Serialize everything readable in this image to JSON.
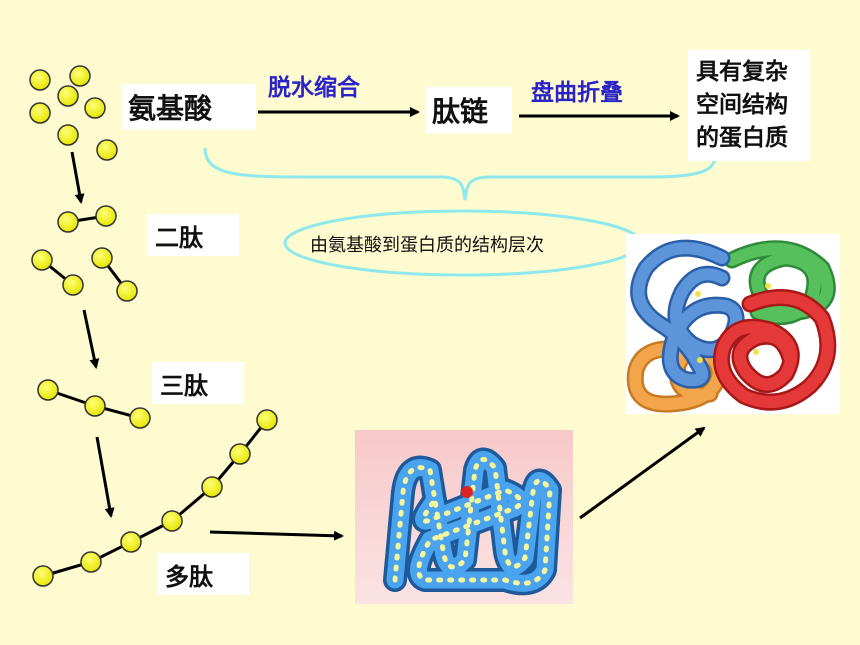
{
  "flow": {
    "amino_acid": "氨基酸",
    "step1": "脱水缩合",
    "peptide_chain": "肽链",
    "step2": "盘曲折叠",
    "protein_lines": [
      "具有复杂",
      "空间结构",
      "的蛋白质"
    ]
  },
  "peptides": {
    "dipeptide": "二肽",
    "tripeptide": "三肽",
    "polypeptide": "多肽"
  },
  "caption": "由氨基酸到蛋白质的结构层次",
  "colors": {
    "background": "#fdfbcf",
    "bead": "#f2f21a",
    "arrow": "#000000",
    "step_text": "#2a24c8",
    "bracket": "#8fe8ec",
    "folded_chain": "#3d8fe0",
    "subunits": [
      "#4a86d0",
      "#42b04a",
      "#e23030",
      "#f0a040"
    ]
  },
  "icons": [
    "folded-polypeptide-image",
    "quaternary-protein-image"
  ]
}
